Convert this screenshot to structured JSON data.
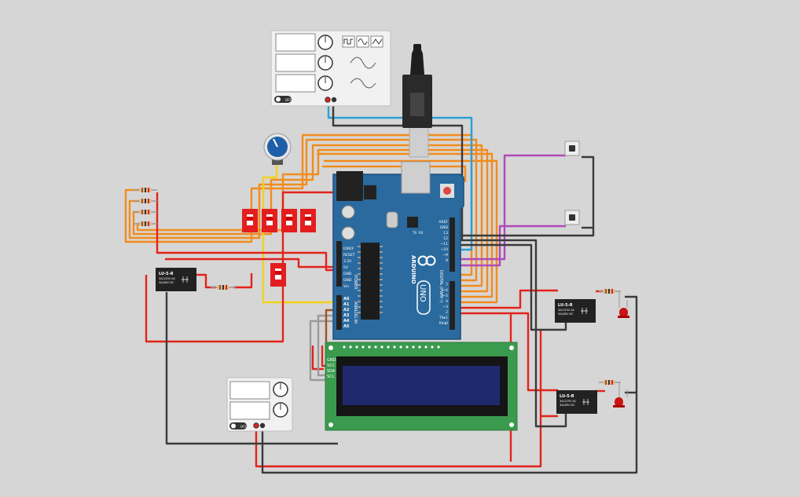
{
  "arduino": {
    "brand": "ARDUINO",
    "model": "UNO",
    "digital_label": "DIGITAL (PWM~)",
    "power_label": "POWER",
    "analog_label": "ANALOG IN",
    "tx_label": "TX",
    "rx_label": "RX",
    "power_pins": [
      "IOREF",
      "RESET",
      "3.3V",
      "5V",
      "GND",
      "GND",
      "Vin"
    ],
    "analog_pins": [
      "A0",
      "A1",
      "A2",
      "A3",
      "A4",
      "A5"
    ],
    "digital_pins": [
      "AREF",
      "GND",
      "13",
      "12",
      "~11",
      "~10",
      "~9",
      "8",
      "7",
      "~6",
      "~5",
      "4",
      "~3",
      "2",
      "TX▸1",
      "RX◂0"
    ],
    "colors": {
      "board": "#2a6a9e",
      "board_dark": "#1d4f78"
    }
  },
  "lcd": {
    "pins": [
      "GND",
      "VCC",
      "SDA",
      "SCL"
    ],
    "colors": {
      "pcb": "#3a9a4e",
      "screen": "#1f2a6e"
    }
  },
  "relays": [
    {
      "title": "LU-5-R",
      "line1": "3A/125V AC",
      "line2": "3A/28V  DC"
    },
    {
      "title": "LU-5-R",
      "line1": "3A/125V AC",
      "line2": "3A/28V  DC"
    },
    {
      "title": "LU-5-R",
      "line1": "3A/125V AC",
      "line2": "3A/28V  DC"
    }
  ],
  "power_supply": {
    "switch_label": "OFF",
    "icons": [
      "knob-icon",
      "knob-icon"
    ]
  },
  "function_generator": {
    "switch_label": "OFF",
    "waveforms": [
      "square-wave-icon",
      "sine-wave-icon",
      "triangle-wave-icon"
    ]
  },
  "wire_colors": {
    "red": "#e2231a",
    "orange": "#f28c1c",
    "black": "#3a3a3a",
    "blue": "#2b9fd9",
    "purple": "#b04ab8",
    "yellow": "#f2d21b",
    "gray": "#9a9a9a",
    "brown": "#a0522d"
  }
}
